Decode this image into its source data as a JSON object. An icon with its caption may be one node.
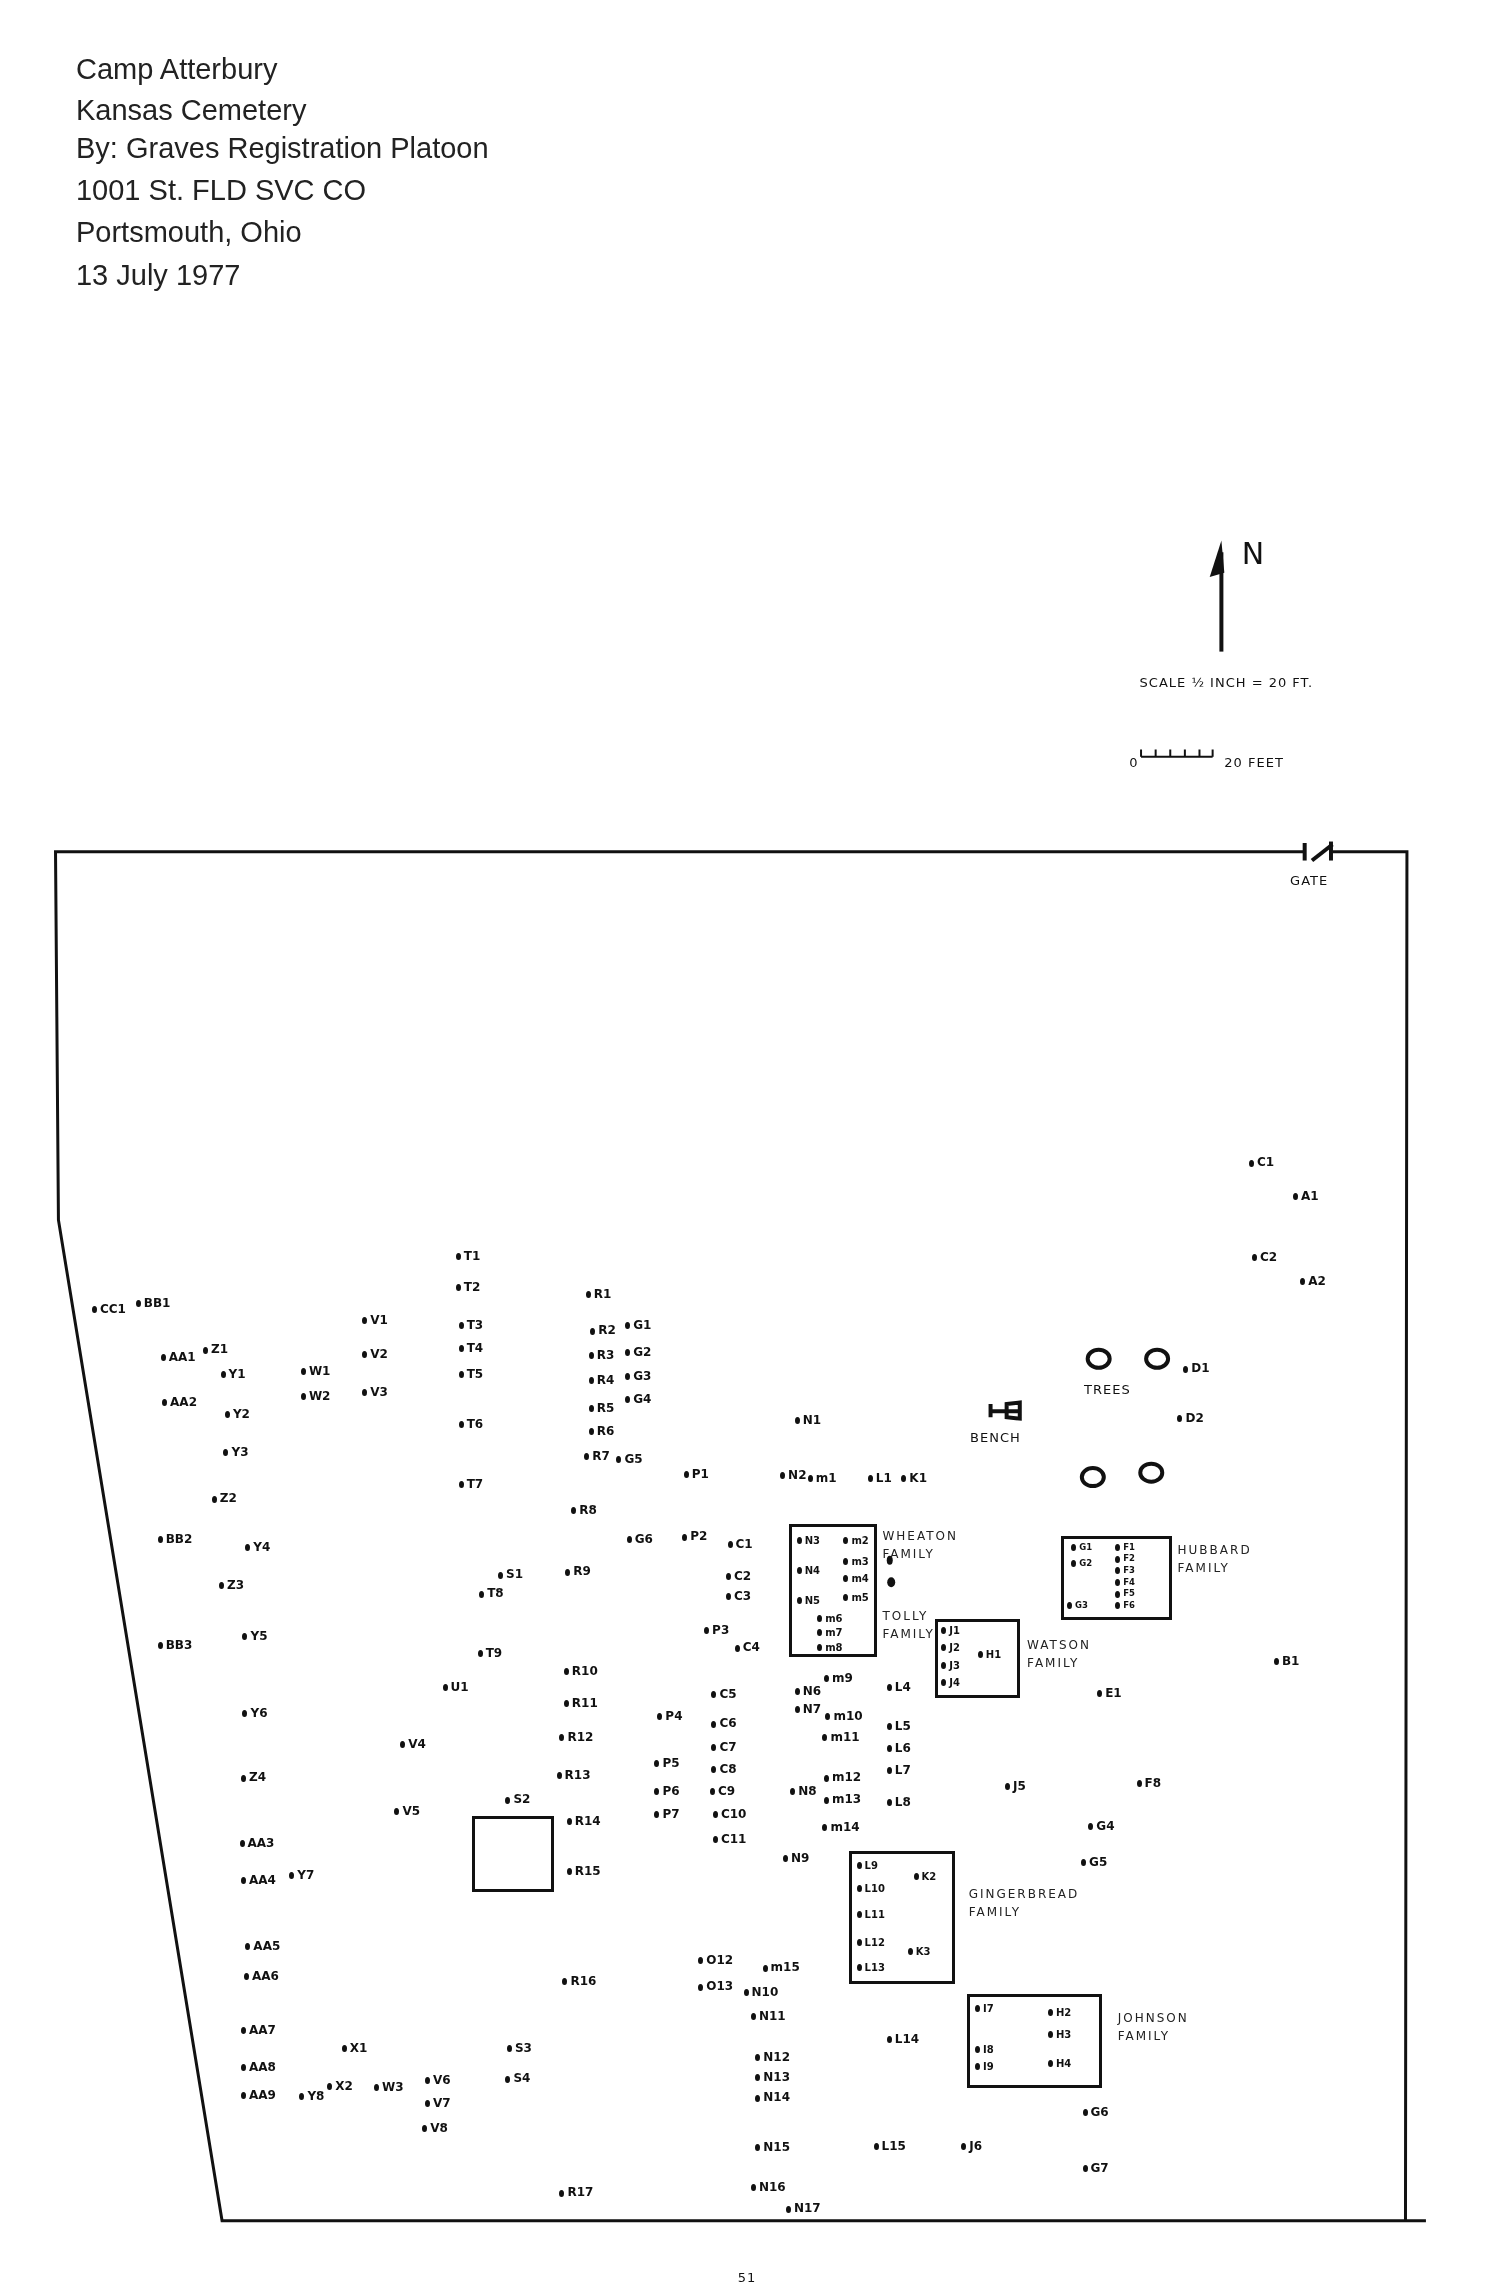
{
  "diagram": {
    "nodes": [
      {
        "text": [
          "N3",
          "m2",
          "N4",
          "m3",
          "m4",
          "N5",
          "m5",
          "m6",
          "m7",
          "m8"
        ],
        "beside": [
          "WHEATON FAMILY",
          "TOLLY FAMILY"
        ]
      },
      {
        "text": [
          "G1",
          "F1",
          "G2",
          "F2",
          "F3",
          "F4",
          "F5",
          "G3",
          "F6"
        ],
        "beside": [
          "HUBBARD FAMILY"
        ]
      },
      {
        "text": [
          "J1",
          "J2",
          "H1",
          "J3",
          "J4"
        ],
        "beside": [
          "WATSON FAMILY"
        ]
      },
      {
        "text": [],
        "shape": "box"
      },
      {
        "text": [
          "L9",
          "K2",
          "L10",
          "L11",
          "L12",
          "K3",
          "L13"
        ],
        "beside": [
          "GINGERBREAD FAMILY"
        ]
      },
      {
        "text": [
          "I7",
          "H2",
          "H3",
          "I8",
          "H4",
          "I9"
        ],
        "beside": [
          "JOHNSON FAMILY"
        ]
      }
    ],
    "labels": [
      "Camp Atterbury",
      "Kansas Cemetery",
      "By:  Graves Registration Platoon",
      "1001 St. FLD SVC CO",
      "Portsmouth, Ohio",
      "13 July 1977",
      "N",
      "SCALE ½ INCH = 20 FT.",
      "0",
      "20 FEET",
      "GATE",
      "C1",
      "A1",
      "C2",
      "T1",
      "A2",
      "T2",
      "R1",
      "BB1",
      "CC1",
      "V1",
      "T3",
      "R2",
      "G1",
      "Z1",
      "AA1",
      "V2",
      "T4",
      "R3",
      "G2",
      "D1",
      "Y1",
      "W1",
      "T5",
      "R4",
      "G3",
      "TREES",
      "AA2",
      "W2",
      "V3",
      "R5",
      "G4",
      "Y2",
      "N1",
      "T6",
      "R6",
      "D2",
      "BENCH",
      "Y3",
      "R7",
      "G5",
      "N2",
      "P1",
      "m1",
      "L1",
      "K1",
      "T7",
      "Z2",
      "R8",
      "P2",
      "G6",
      "BB2",
      "C1",
      "Y4",
      "R9",
      "S1",
      "C2",
      "Z3",
      "T8",
      "C3",
      "P3",
      "Y5",
      "BB3",
      "C4",
      "T9",
      "B1",
      "R10",
      "m9",
      "U1",
      "L4",
      "N6",
      "E1",
      "C5",
      "R11",
      "N7",
      "m10",
      "Y6",
      "P4",
      "C6",
      "L5",
      "m11",
      "R12",
      "V4",
      "C7",
      "L6",
      "P5",
      "C8",
      "L7",
      "R13",
      "Z4",
      "m12",
      "F8",
      "J5",
      "P6",
      "C9",
      "N8",
      "m13",
      "L8",
      "S2",
      "V5",
      "P7",
      "C10",
      "R14",
      "G4",
      "m14",
      "C11",
      "AA3",
      "N9",
      "G5",
      "R15",
      "Y7",
      "AA4",
      "AA5",
      "O12",
      "m15",
      "AA6",
      "R16",
      "O13",
      "N10",
      "N11",
      "AA7",
      "L14",
      "X1",
      "S3",
      "N12",
      "AA8",
      "N13",
      "S4",
      "V6",
      "X2",
      "W3",
      "AA9",
      "Y8",
      "N14",
      "V7",
      "G6",
      "V8",
      "N15",
      "L15",
      "J6",
      "G7",
      "N16",
      "R17",
      "N17",
      "51"
    ]
  }
}
